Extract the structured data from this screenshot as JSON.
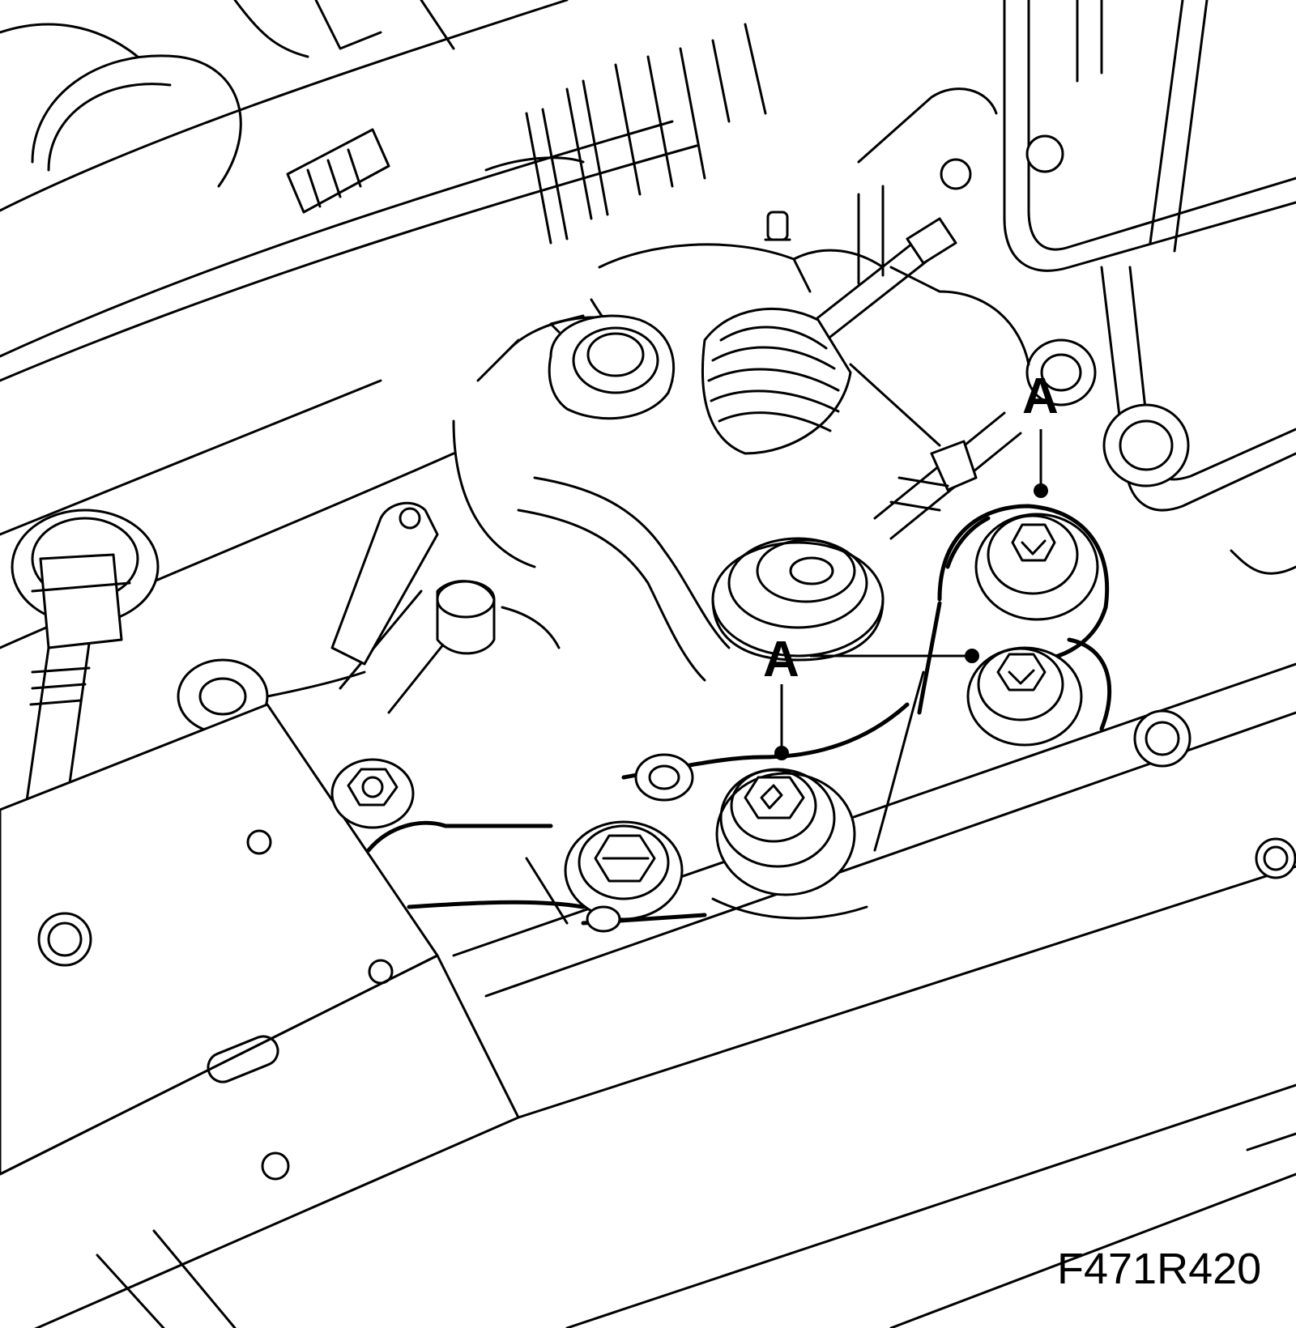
{
  "callouts": {
    "a_top": "A",
    "a_middle": "A"
  },
  "figure_id": "F471R420",
  "colors": {
    "line": "#000000",
    "background": "#ffffff"
  }
}
